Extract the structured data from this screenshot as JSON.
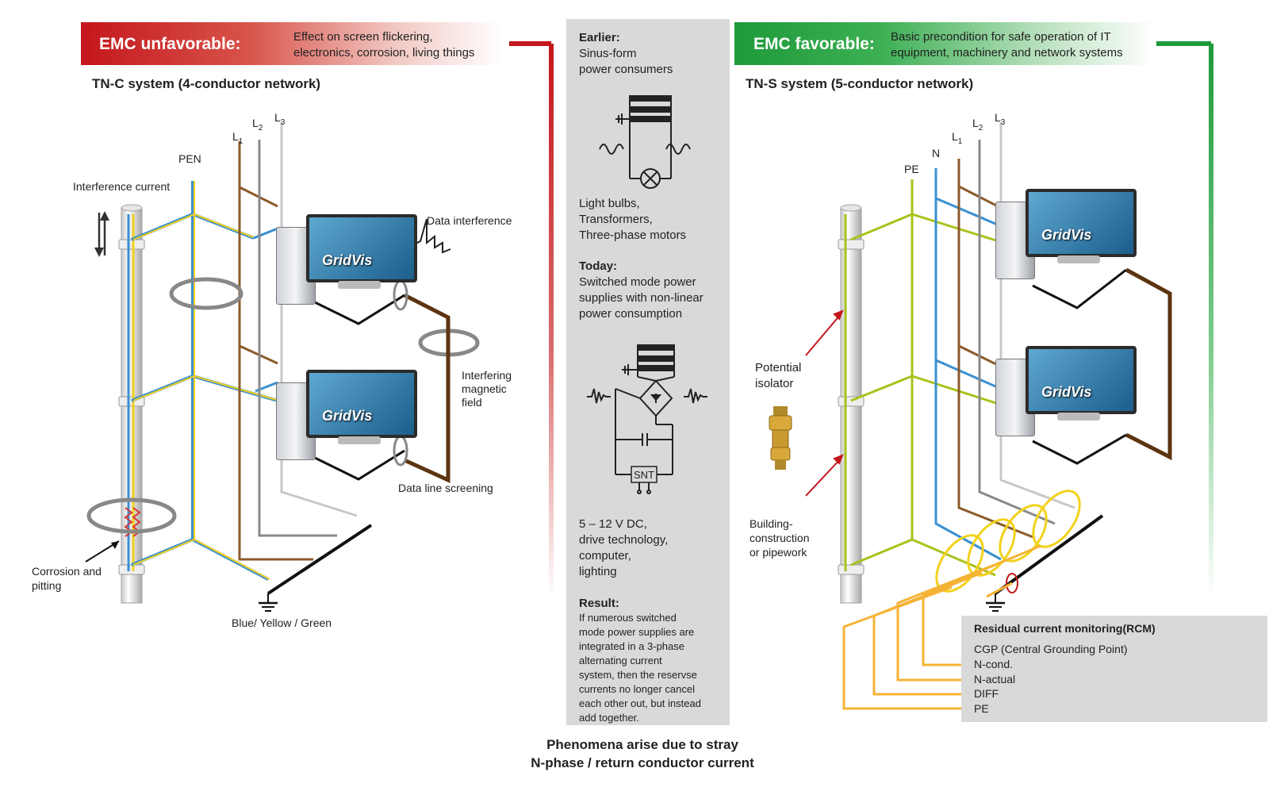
{
  "left": {
    "header_title": "EMC unfavorable:",
    "header_text_1": "Effect on screen flickering,",
    "header_text_2": "electronics, corrosion, living things",
    "system_title": "TN-C system (4-conductor network)",
    "conductor_pen": "PEN",
    "conductor_l1": "L",
    "conductor_l1_sub": "1",
    "conductor_l2": "L",
    "conductor_l2_sub": "2",
    "conductor_l3": "L",
    "conductor_l3_sub": "3",
    "interference_current": "Interference current",
    "data_interference": "Data interference",
    "interfering_1": "Interfering",
    "interfering_2": "magnetic",
    "interfering_3": "field",
    "data_line_screening": "Data line screening",
    "corrosion_1": "Corrosion and",
    "corrosion_2": "pitting",
    "ground_label": "Blue/ Yellow / Green"
  },
  "middle": {
    "earlier_title": "Earlier:",
    "earlier_1": "Sinus-form",
    "earlier_2": "power consumers",
    "bulbs_1": "Light bulbs,",
    "bulbs_2": "Transformers,",
    "bulbs_3": "Three-phase motors",
    "today_title": "Today:",
    "today_1": "Switched mode power",
    "today_2": "supplies with non-linear",
    "today_3": "power consumption",
    "snt": "SNT",
    "dc_1": "5 – 12 V DC,",
    "dc_2": "drive technology,",
    "dc_3": "computer,",
    "dc_4": "lighting",
    "result_title": "Result:",
    "result_lines": [
      "If numerous switched",
      "mode power supplies are",
      "integrated in a  3-phase",
      "alternating current",
      "system, then the reservse",
      "currents no longer cancel",
      "each other out, but instead",
      "add together."
    ]
  },
  "right": {
    "header_title": "EMC favorable:",
    "header_text_1": "Basic precondition for safe operation of IT",
    "header_text_2": "equipment, machinery and network systems",
    "system_title": "TN-S system (5-conductor network)",
    "conductor_pe": "PE",
    "conductor_n": "N",
    "conductor_l1": "L",
    "conductor_l1_sub": "1",
    "conductor_l2": "L",
    "conductor_l2_sub": "2",
    "conductor_l3": "L",
    "conductor_l3_sub": "3",
    "potential_1": "Potential",
    "potential_2": "isolator",
    "building_1": "Building-",
    "building_2": "construction",
    "building_3": "or pipework",
    "rcm_title": "Residual current monitoring(RCM)",
    "rcm_items": [
      "CGP (Central Grounding Point)",
      "N-cond.",
      "N-actual",
      "DIFF",
      "PE"
    ]
  },
  "brand": "GridVis",
  "bottom_1": "Phenomena arise due to stray",
  "bottom_2": "N-phase / return conductor current",
  "colors": {
    "red": "#c4161c",
    "green": "#1e9a3a",
    "blue": "#3a8fd0",
    "yellow": "#f2d21b",
    "brown": "#8b5a2b",
    "grey": "#8a8a8a",
    "lightgrey": "#c8c8c8",
    "lime": "#a9c11a",
    "orange": "#f5b335"
  }
}
